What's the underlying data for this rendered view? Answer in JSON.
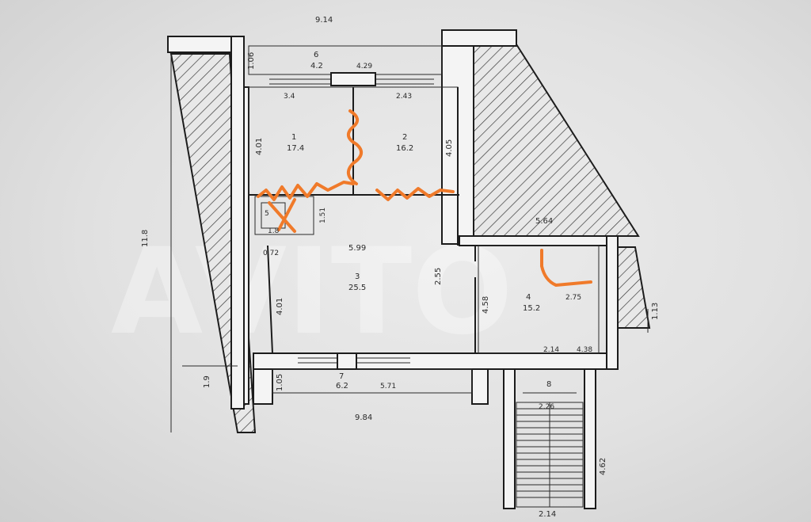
{
  "watermark": "AVITO",
  "dimensions": {
    "top_overall": "9.14",
    "bottom_overall": "9.84",
    "left_overall": "11.8",
    "left_lower": "1.9",
    "right_small": "1.13",
    "stair_right": "4.62",
    "stair_bottom": "2.14",
    "balcony_top_left": "1.06",
    "balcony_top_len": "4.29",
    "balcony_top_left_win": "3.4",
    "balcony_top_right_win": "2.43",
    "room1_left": "4.01",
    "room2_right": "4.05",
    "hall_left": "4.01",
    "hall_mid": "2.55",
    "bath_h": "1.51",
    "bath_w": "0.72",
    "lower_bal_left": "1.05",
    "lower_bal_len": "5.71",
    "office_w": "4.38",
    "office_top": "2.14",
    "office_right_label": "2.75",
    "stair_landing": "2.26",
    "triangle_label": "5.64",
    "hall_width": "4.58"
  },
  "rooms": {
    "room1_num": "1",
    "room1_area": "17.4",
    "room2_num": "2",
    "room2_area": "16.2",
    "hall_num": "3",
    "hall_area": "25.5",
    "office_num": "4",
    "office_area": "15.2",
    "bath_num": "5",
    "bath_area": "1.8",
    "balcony_top_num": "6",
    "balcony_top_area": "4.2",
    "balcony_bottom_num": "7",
    "balcony_bottom_area": "6.2",
    "stair_num": "8",
    "hall_dim": "5.99"
  }
}
